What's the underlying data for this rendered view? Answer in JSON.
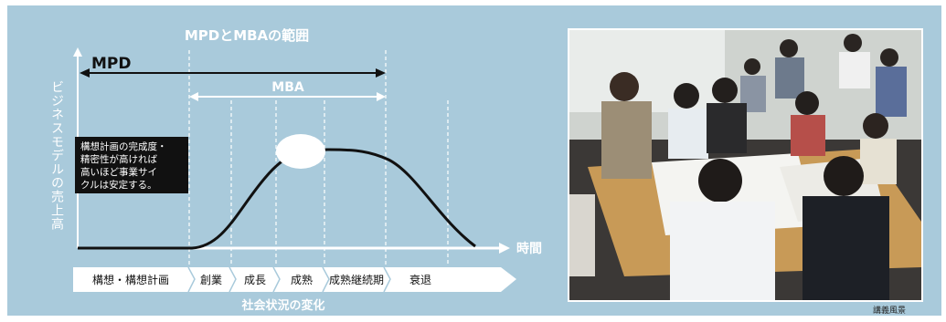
{
  "diagram": {
    "title": "MPDとMBAの範囲",
    "mpd_label": "MPD",
    "mba_label": "MBA",
    "y_axis_label": "ビジネスモデルの売上高",
    "x_axis_label": "時間",
    "callout_lines": [
      "構想計画の完成度・",
      "精密性が高ければ",
      "高いほど事業サイ",
      "クルは安定する。"
    ],
    "stages": [
      "構想・構想計画",
      "創業",
      "成長",
      "成熟",
      "成熟継続期",
      "衰退"
    ],
    "bottom_label": "社会状況の変化",
    "colors": {
      "panel_bg": "#a9cadb",
      "stage_band": "#ffffff",
      "curve": "#111111",
      "callout_bg": "#111111"
    }
  },
  "photo": {
    "caption": "講義風景"
  }
}
